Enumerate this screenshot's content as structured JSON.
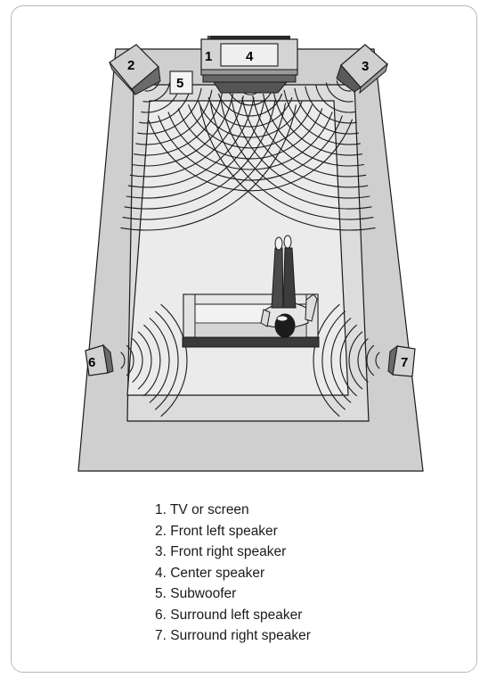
{
  "labels": {
    "tv": "1",
    "front_left": "2",
    "front_right": "3",
    "center": "4",
    "subwoofer": "5",
    "surround_left": "6",
    "surround_right": "7"
  },
  "legend": [
    "1. TV or screen",
    "2. Front left speaker",
    "3. Front right speaker",
    "4. Center speaker",
    "5. Subwoofer",
    "6. Surround left speaker",
    "7. Surround right speaker"
  ],
  "colors": {
    "floor_outer": "#cfcfcf",
    "floor_mid": "#dcdcdc",
    "floor_inner": "#ebebeb",
    "outline": "#1a1a1a"
  }
}
